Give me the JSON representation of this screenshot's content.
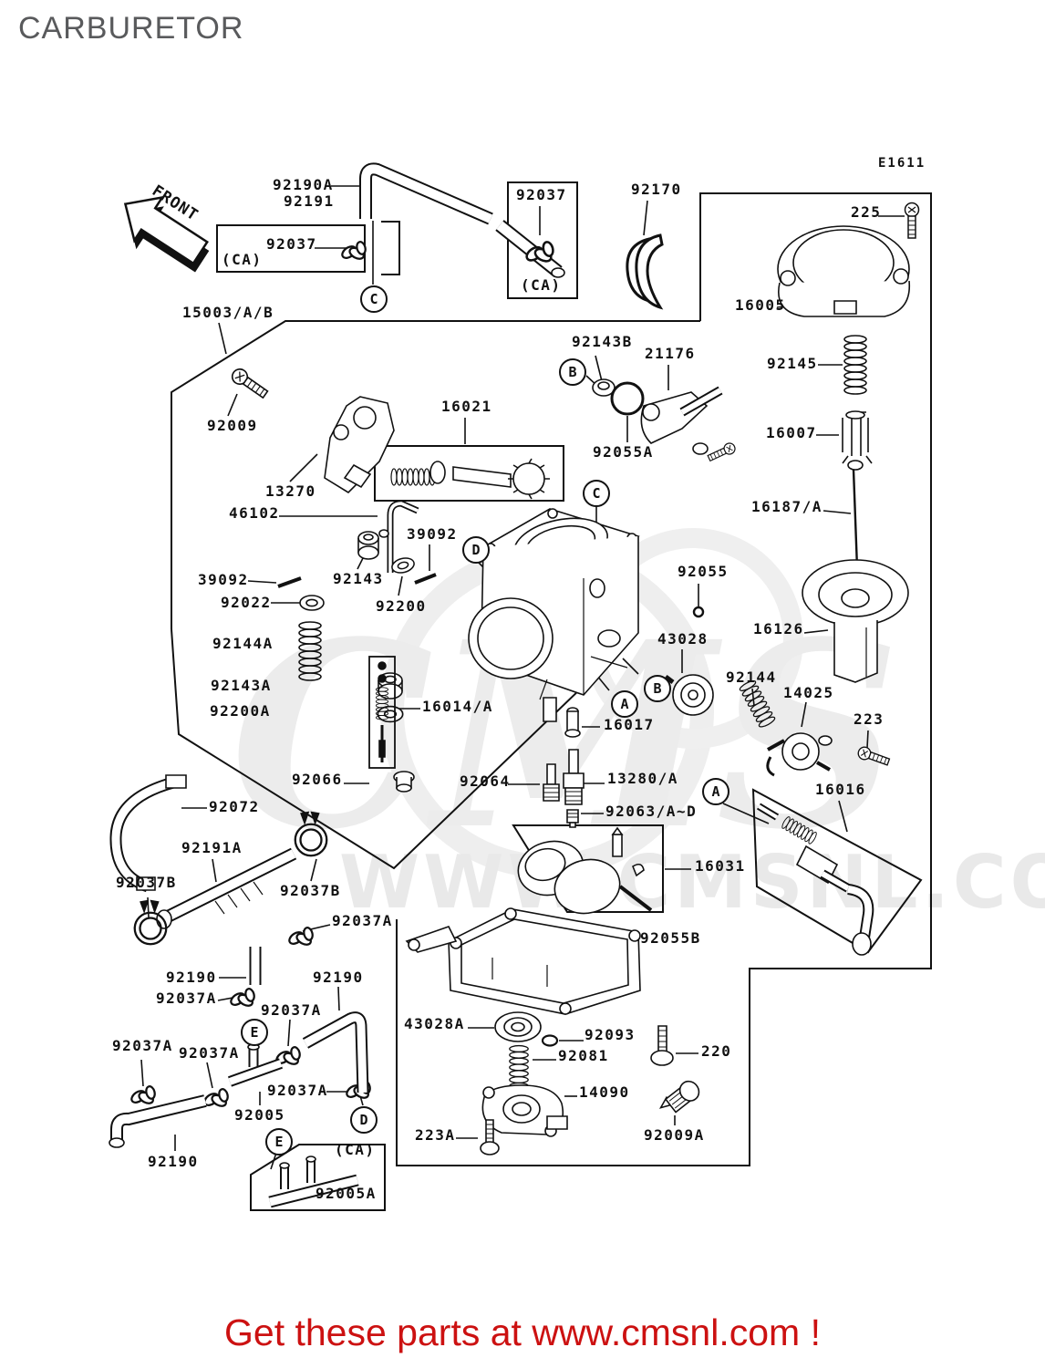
{
  "title": "CARBURETOR",
  "diagram_code": "E1611",
  "front_label": "FRONT",
  "watermark": {
    "logo": "CMS",
    "url": "WWW.CMSNL.COM"
  },
  "footer": {
    "promo": "Get these parts at www.cmsnl.com !"
  },
  "colors": {
    "promo_red": "#cc1111",
    "title_gray": "#595a5c",
    "watermark_gray": "#e9e9e9",
    "line_black": "#111111"
  },
  "labels": [
    {
      "text": "92190A"
    },
    {
      "text": "92191"
    },
    {
      "text": "92037"
    },
    {
      "text": "(CA)"
    },
    {
      "text": "92037"
    },
    {
      "text": "(CA)"
    },
    {
      "text": "92170"
    },
    {
      "text": "225"
    },
    {
      "text": "16005"
    },
    {
      "text": "92143B"
    },
    {
      "text": "21176"
    },
    {
      "text": "92145"
    },
    {
      "text": "16007"
    },
    {
      "text": "16187/A"
    },
    {
      "text": "92055A"
    },
    {
      "text": "15003/A/B"
    },
    {
      "text": "92009"
    },
    {
      "text": "16021"
    },
    {
      "text": "13270"
    },
    {
      "text": "46102"
    },
    {
      "text": "39092"
    },
    {
      "text": "92022"
    },
    {
      "text": "92143"
    },
    {
      "text": "39092"
    },
    {
      "text": "92200"
    },
    {
      "text": "92055"
    },
    {
      "text": "16126"
    },
    {
      "text": "43028"
    },
    {
      "text": "92144"
    },
    {
      "text": "14025"
    },
    {
      "text": "223"
    },
    {
      "text": "92144A"
    },
    {
      "text": "92143A"
    },
    {
      "text": "92200A"
    },
    {
      "text": "16014/A"
    },
    {
      "text": "16017"
    },
    {
      "text": "92066"
    },
    {
      "text": "92064"
    },
    {
      "text": "13280/A"
    },
    {
      "text": "92063/A~D"
    },
    {
      "text": "16016"
    },
    {
      "text": "92072"
    },
    {
      "text": "92191A"
    },
    {
      "text": "92037B"
    },
    {
      "text": "92037B"
    },
    {
      "text": "16031"
    },
    {
      "text": "92037A"
    },
    {
      "text": "92055B"
    },
    {
      "text": "92190"
    },
    {
      "text": "92190"
    },
    {
      "text": "92037A"
    },
    {
      "text": "92037A"
    },
    {
      "text": "92037A"
    },
    {
      "text": "92037A"
    },
    {
      "text": "92037A"
    },
    {
      "text": "43028A"
    },
    {
      "text": "92093"
    },
    {
      "text": "92081"
    },
    {
      "text": "220"
    },
    {
      "text": "14090"
    },
    {
      "text": "223A"
    },
    {
      "text": "92009A"
    },
    {
      "text": "92005"
    },
    {
      "text": "92190"
    },
    {
      "text": "(CA)"
    },
    {
      "text": "92005A"
    }
  ],
  "callouts": [
    {
      "letter": "C"
    },
    {
      "letter": "B"
    },
    {
      "letter": "C"
    },
    {
      "letter": "D"
    },
    {
      "letter": "B"
    },
    {
      "letter": "A"
    },
    {
      "letter": "A"
    },
    {
      "letter": "E"
    },
    {
      "letter": "D"
    },
    {
      "letter": "E"
    }
  ]
}
